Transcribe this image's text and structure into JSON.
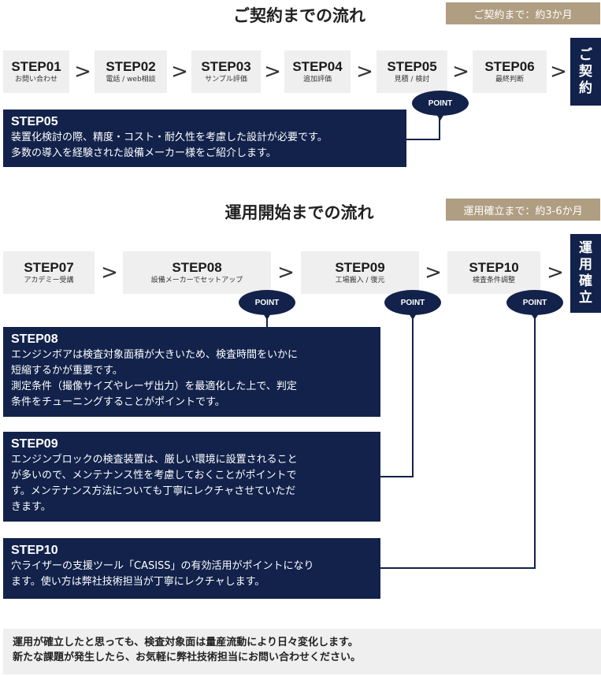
{
  "contract": {
    "title": "ご契約までの流れ",
    "duration": "ご契約まで：約3か月",
    "steps": [
      {
        "label": "STEP01",
        "sub": "お問い合わせ"
      },
      {
        "label": "STEP02",
        "sub": "電話 / web相談"
      },
      {
        "label": "STEP03",
        "sub": "サンプル評価"
      },
      {
        "label": "STEP04",
        "sub": "追加評価"
      },
      {
        "label": "STEP05",
        "sub": "見積 / 検討"
      },
      {
        "label": "STEP06",
        "sub": "最終判断"
      }
    ],
    "arrow": ">",
    "final": [
      "ご",
      "契",
      "約"
    ],
    "point_label": "POINT",
    "note": {
      "title": "STEP05",
      "lines": [
        "装置化検討の際、精度・コスト・耐久性を考慮した設計が必要です。",
        "多数の導入を経験された設備メーカー様をご紹介します。"
      ]
    }
  },
  "operation": {
    "title": "運用開始までの流れ",
    "duration": "運用確立まで：約3-6か月",
    "steps": [
      {
        "label": "STEP07",
        "sub": "アカデミー受講"
      },
      {
        "label": "STEP08",
        "sub": "設備メーカーでセットアップ"
      },
      {
        "label": "STEP09",
        "sub": "工場搬入 / 復元"
      },
      {
        "label": "STEP10",
        "sub": "検査条件調整"
      }
    ],
    "final": [
      "運",
      "用",
      "確",
      "立"
    ],
    "point_label": "POINT",
    "notes": [
      {
        "title": "STEP08",
        "lines": [
          "エンジンボアは検査対象面積が大きいため、検査時間をいかに",
          "短縮するかが重要です。",
          "測定条件（撮像サイズやレーザ出力）を最適化した上で、判定",
          "条件をチューニングすることがポイントです。"
        ]
      },
      {
        "title": "STEP09",
        "lines": [
          "エンジンブロックの検査装置は、厳しい環境に設置されること",
          "が多いので、メンテナンス性を考慮しておくことがポイントで",
          "す。メンテナンス方法についても丁寧にレクチャさせていただ",
          "きます。"
        ]
      },
      {
        "title": "STEP10",
        "lines": [
          "穴ライザーの支援ツール「CASISS」の有効活用がポイントになり",
          "ます。使い方は弊社技術担当が丁寧にレクチャします。"
        ]
      }
    ]
  },
  "footer": {
    "lines": [
      "運用が確立したと思っても、検査対象面は量産流動により日々変化します。",
      "新たな課題が発生したら、お気軽に弊社技術担当にお問い合わせください。"
    ]
  }
}
